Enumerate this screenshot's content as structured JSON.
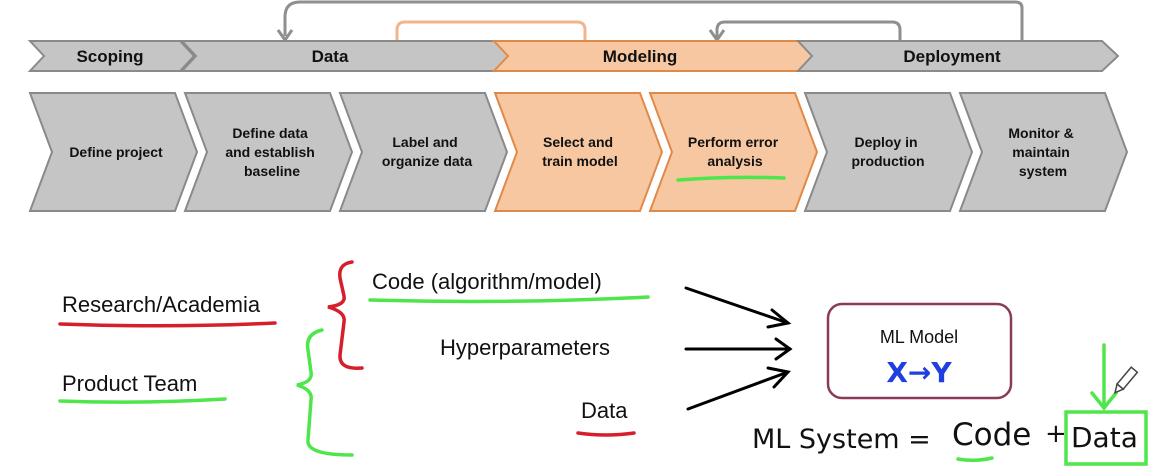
{
  "colors": {
    "gray": "#c5c5c5",
    "gray_stroke": "#8a8a8a",
    "orange": "#f7c7a1",
    "orange_stroke": "#e08a4a",
    "red_ink": "#d61f2c",
    "green_ink": "#4ee64a",
    "blue_ink": "#1f3fe0",
    "model_border": "#8a3a5a"
  },
  "phases": [
    {
      "label": "Scoping",
      "highlight": false
    },
    {
      "label": "Data",
      "highlight": false
    },
    {
      "label": "Modeling",
      "highlight": true
    },
    {
      "label": "Deployment",
      "highlight": false
    }
  ],
  "steps": [
    {
      "lines": [
        "Define project"
      ],
      "highlight": false
    },
    {
      "lines": [
        "Define data",
        "and establish",
        "baseline"
      ],
      "highlight": false
    },
    {
      "lines": [
        "Label and",
        "organize data"
      ],
      "highlight": false
    },
    {
      "lines": [
        "Select and",
        "train model"
      ],
      "highlight": true
    },
    {
      "lines": [
        "Perform error",
        "analysis"
      ],
      "highlight": true
    },
    {
      "lines": [
        "Deploy in",
        "production"
      ],
      "highlight": false
    },
    {
      "lines": [
        "Monitor &",
        "maintain",
        "system"
      ],
      "highlight": false
    }
  ],
  "left_labels": {
    "research": "Research/Academia",
    "product": "Product Team"
  },
  "inputs": {
    "code": "Code (algorithm/model)",
    "hyperparameters": "Hyperparameters",
    "data": "Data"
  },
  "model_box": {
    "title": "ML Model",
    "formula": "X→Y"
  },
  "equation": {
    "lhs": "ML System =",
    "code": "Code",
    "plus": "+",
    "data": "Data"
  }
}
